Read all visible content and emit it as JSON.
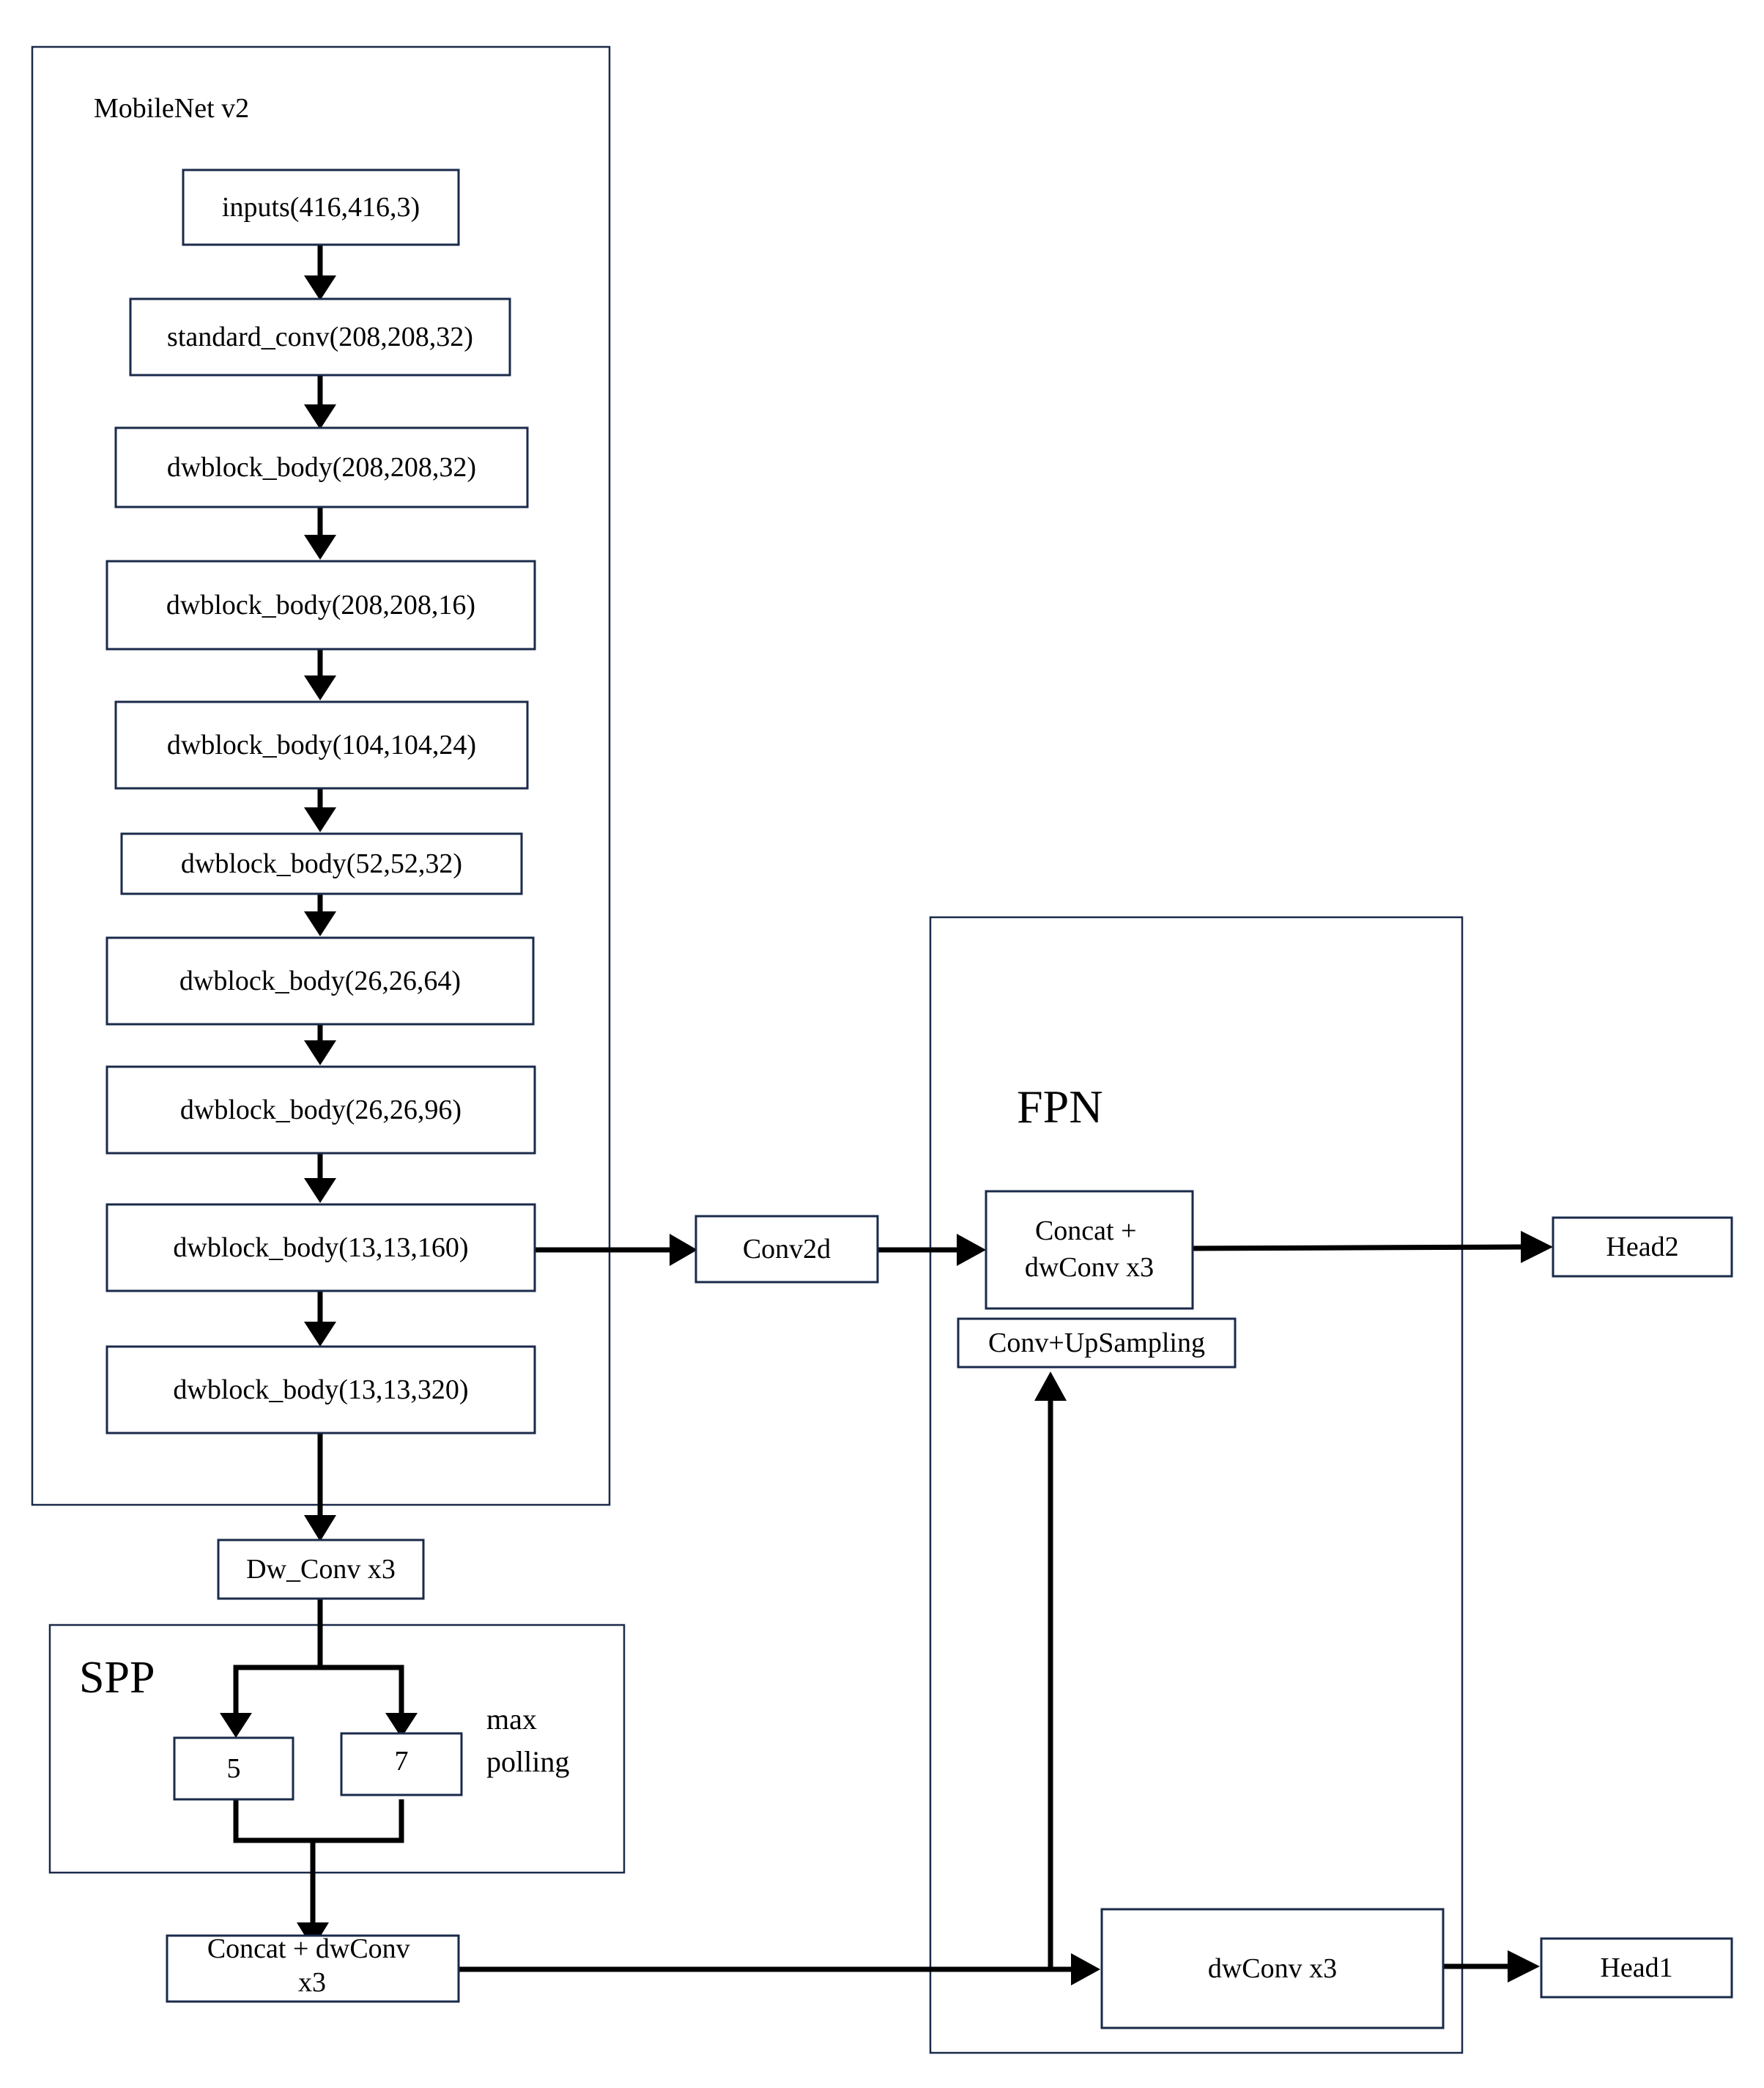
{
  "groups": {
    "mobilenet": "MobileNet v2",
    "spp": "SPP",
    "fpn": "FPN"
  },
  "nodes": {
    "inputs": "inputs(416,416,3)",
    "standard_conv": "standard_conv(208,208,32)",
    "dw1": "dwblock_body(208,208,32)",
    "dw2": "dwblock_body(208,208,16)",
    "dw3": "dwblock_body(104,104,24)",
    "dw4": "dwblock_body(52,52,32)",
    "dw5": "dwblock_body(26,26,64)",
    "dw6": "dwblock_body(26,26,96)",
    "dw7": "dwblock_body(13,13,160)",
    "dw8": "dwblock_body(13,13,320)",
    "dw_conv_x3": "Dw_Conv x3",
    "pool5": "5",
    "pool7": "7",
    "max_polling": [
      "max",
      "polling"
    ],
    "concat_dwconv": [
      "Concat + dwConv",
      "x3"
    ],
    "conv2d": "Conv2d",
    "fpn_concat": [
      "Concat +",
      "dwConv x3"
    ],
    "conv_upsampling": "Conv+UpSampling",
    "fpn_dwconv": "dwConv x3",
    "head2": "Head2",
    "head1": "Head1"
  }
}
